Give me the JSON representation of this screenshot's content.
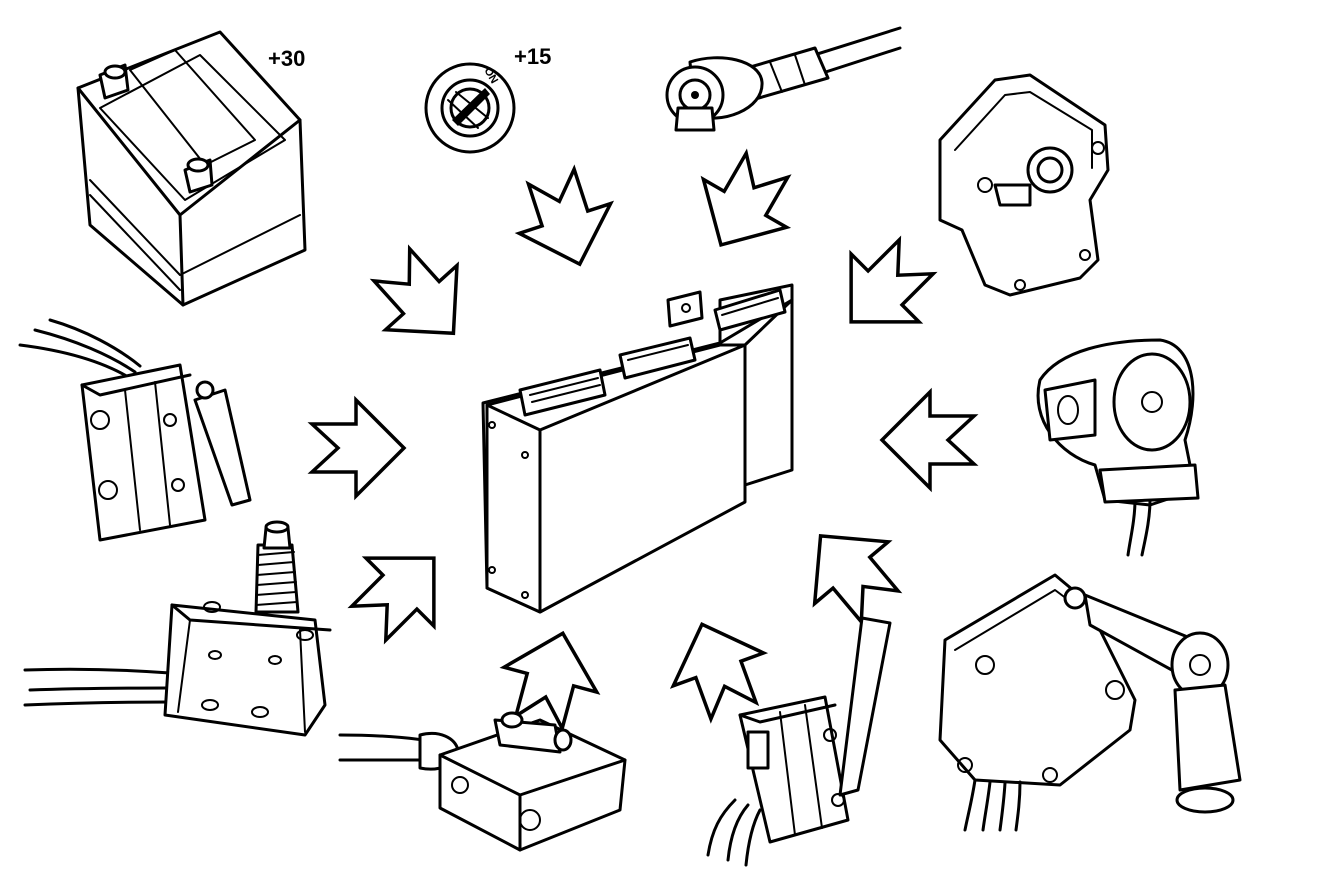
{
  "labels": {
    "battery_terminal": "+30",
    "ignition_terminal": "+15",
    "ignition_switch_marking": "ON"
  }
}
